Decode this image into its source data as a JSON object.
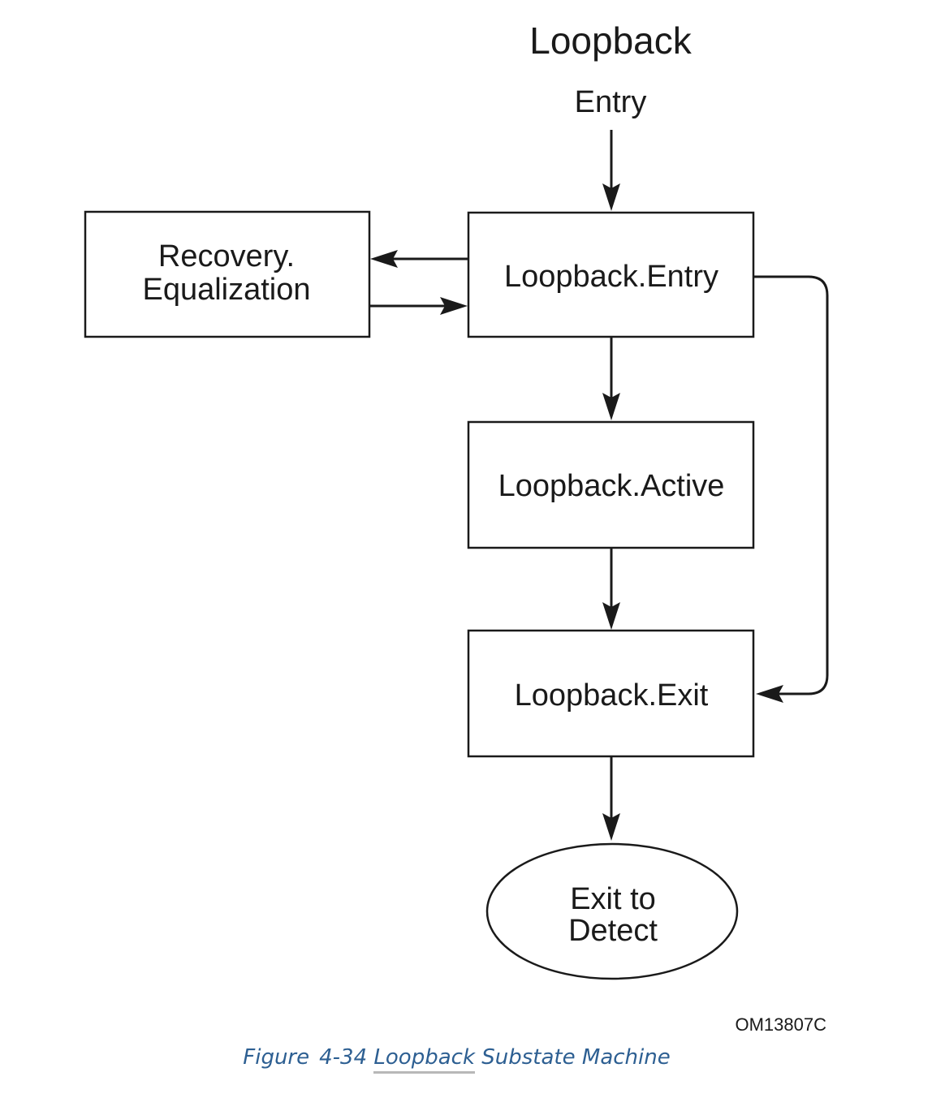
{
  "diagram": {
    "title": "Loopback",
    "entry_label": "Entry",
    "nodes": {
      "recovery_equalization": {
        "line1": "Recovery.",
        "line2": "Equalization"
      },
      "loopback_entry": "Loopback.Entry",
      "loopback_active": "Loopback.Active",
      "loopback_exit": "Loopback.Exit",
      "exit_to_detect": {
        "line1": "Exit to",
        "line2": "Detect"
      }
    },
    "edges": [
      {
        "from": "Entry",
        "to": "Loopback.Entry"
      },
      {
        "from": "Loopback.Entry",
        "to": "Recovery.Equalization"
      },
      {
        "from": "Recovery.Equalization",
        "to": "Loopback.Entry"
      },
      {
        "from": "Loopback.Entry",
        "to": "Loopback.Active"
      },
      {
        "from": "Loopback.Entry",
        "to": "Loopback.Exit"
      },
      {
        "from": "Loopback.Active",
        "to": "Loopback.Exit"
      },
      {
        "from": "Loopback.Exit",
        "to": "Exit to Detect"
      }
    ],
    "drawing_code": "OM13807C"
  },
  "caption": {
    "figure": "Figure",
    "number": "4-34",
    "highlight": "Loopback",
    "rest": "Substate Machine"
  }
}
